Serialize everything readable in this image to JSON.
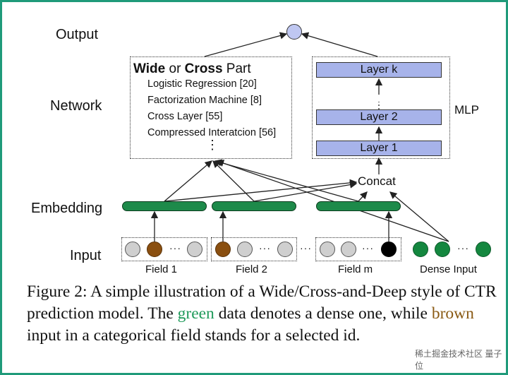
{
  "row_labels": {
    "output": "Output",
    "network": "Network",
    "embedding": "Embedding",
    "input": "Input"
  },
  "wide_part": {
    "title_wide": "Wide",
    "title_or": " or ",
    "title_cross": "Cross",
    "title_part": " Part",
    "items": [
      "Logistic Regression [20]",
      "Factorization Machine [8]",
      "Cross Layer [55]",
      "Compressed Interatcion [56]"
    ],
    "more": "⋮"
  },
  "mlp": {
    "label": "MLP",
    "layers": [
      "Layer k",
      "Layer 2",
      "Layer 1"
    ]
  },
  "concat_label": "Concat",
  "fields": [
    "Field 1",
    "Field 2",
    "Field m",
    "Dense Input"
  ],
  "ellipsis": "···",
  "caption": {
    "part1": "Figure 2: A simple illustration of a Wide/Cross-and-Deep style of CTR prediction model. The ",
    "green_word": "green",
    "part2": " data denotes a dense one, while ",
    "brown_word": "brown",
    "part3": " input in a categorical field stands for a selected id."
  },
  "watermark": "稀土掘金技术社区 量子位",
  "colors": {
    "frame": "#1f9a7a",
    "embedding": "#1d8a4a",
    "selected_id": "#8a4f10",
    "layer_fill": "#a7b3ea",
    "dense_node": "#14873f"
  }
}
